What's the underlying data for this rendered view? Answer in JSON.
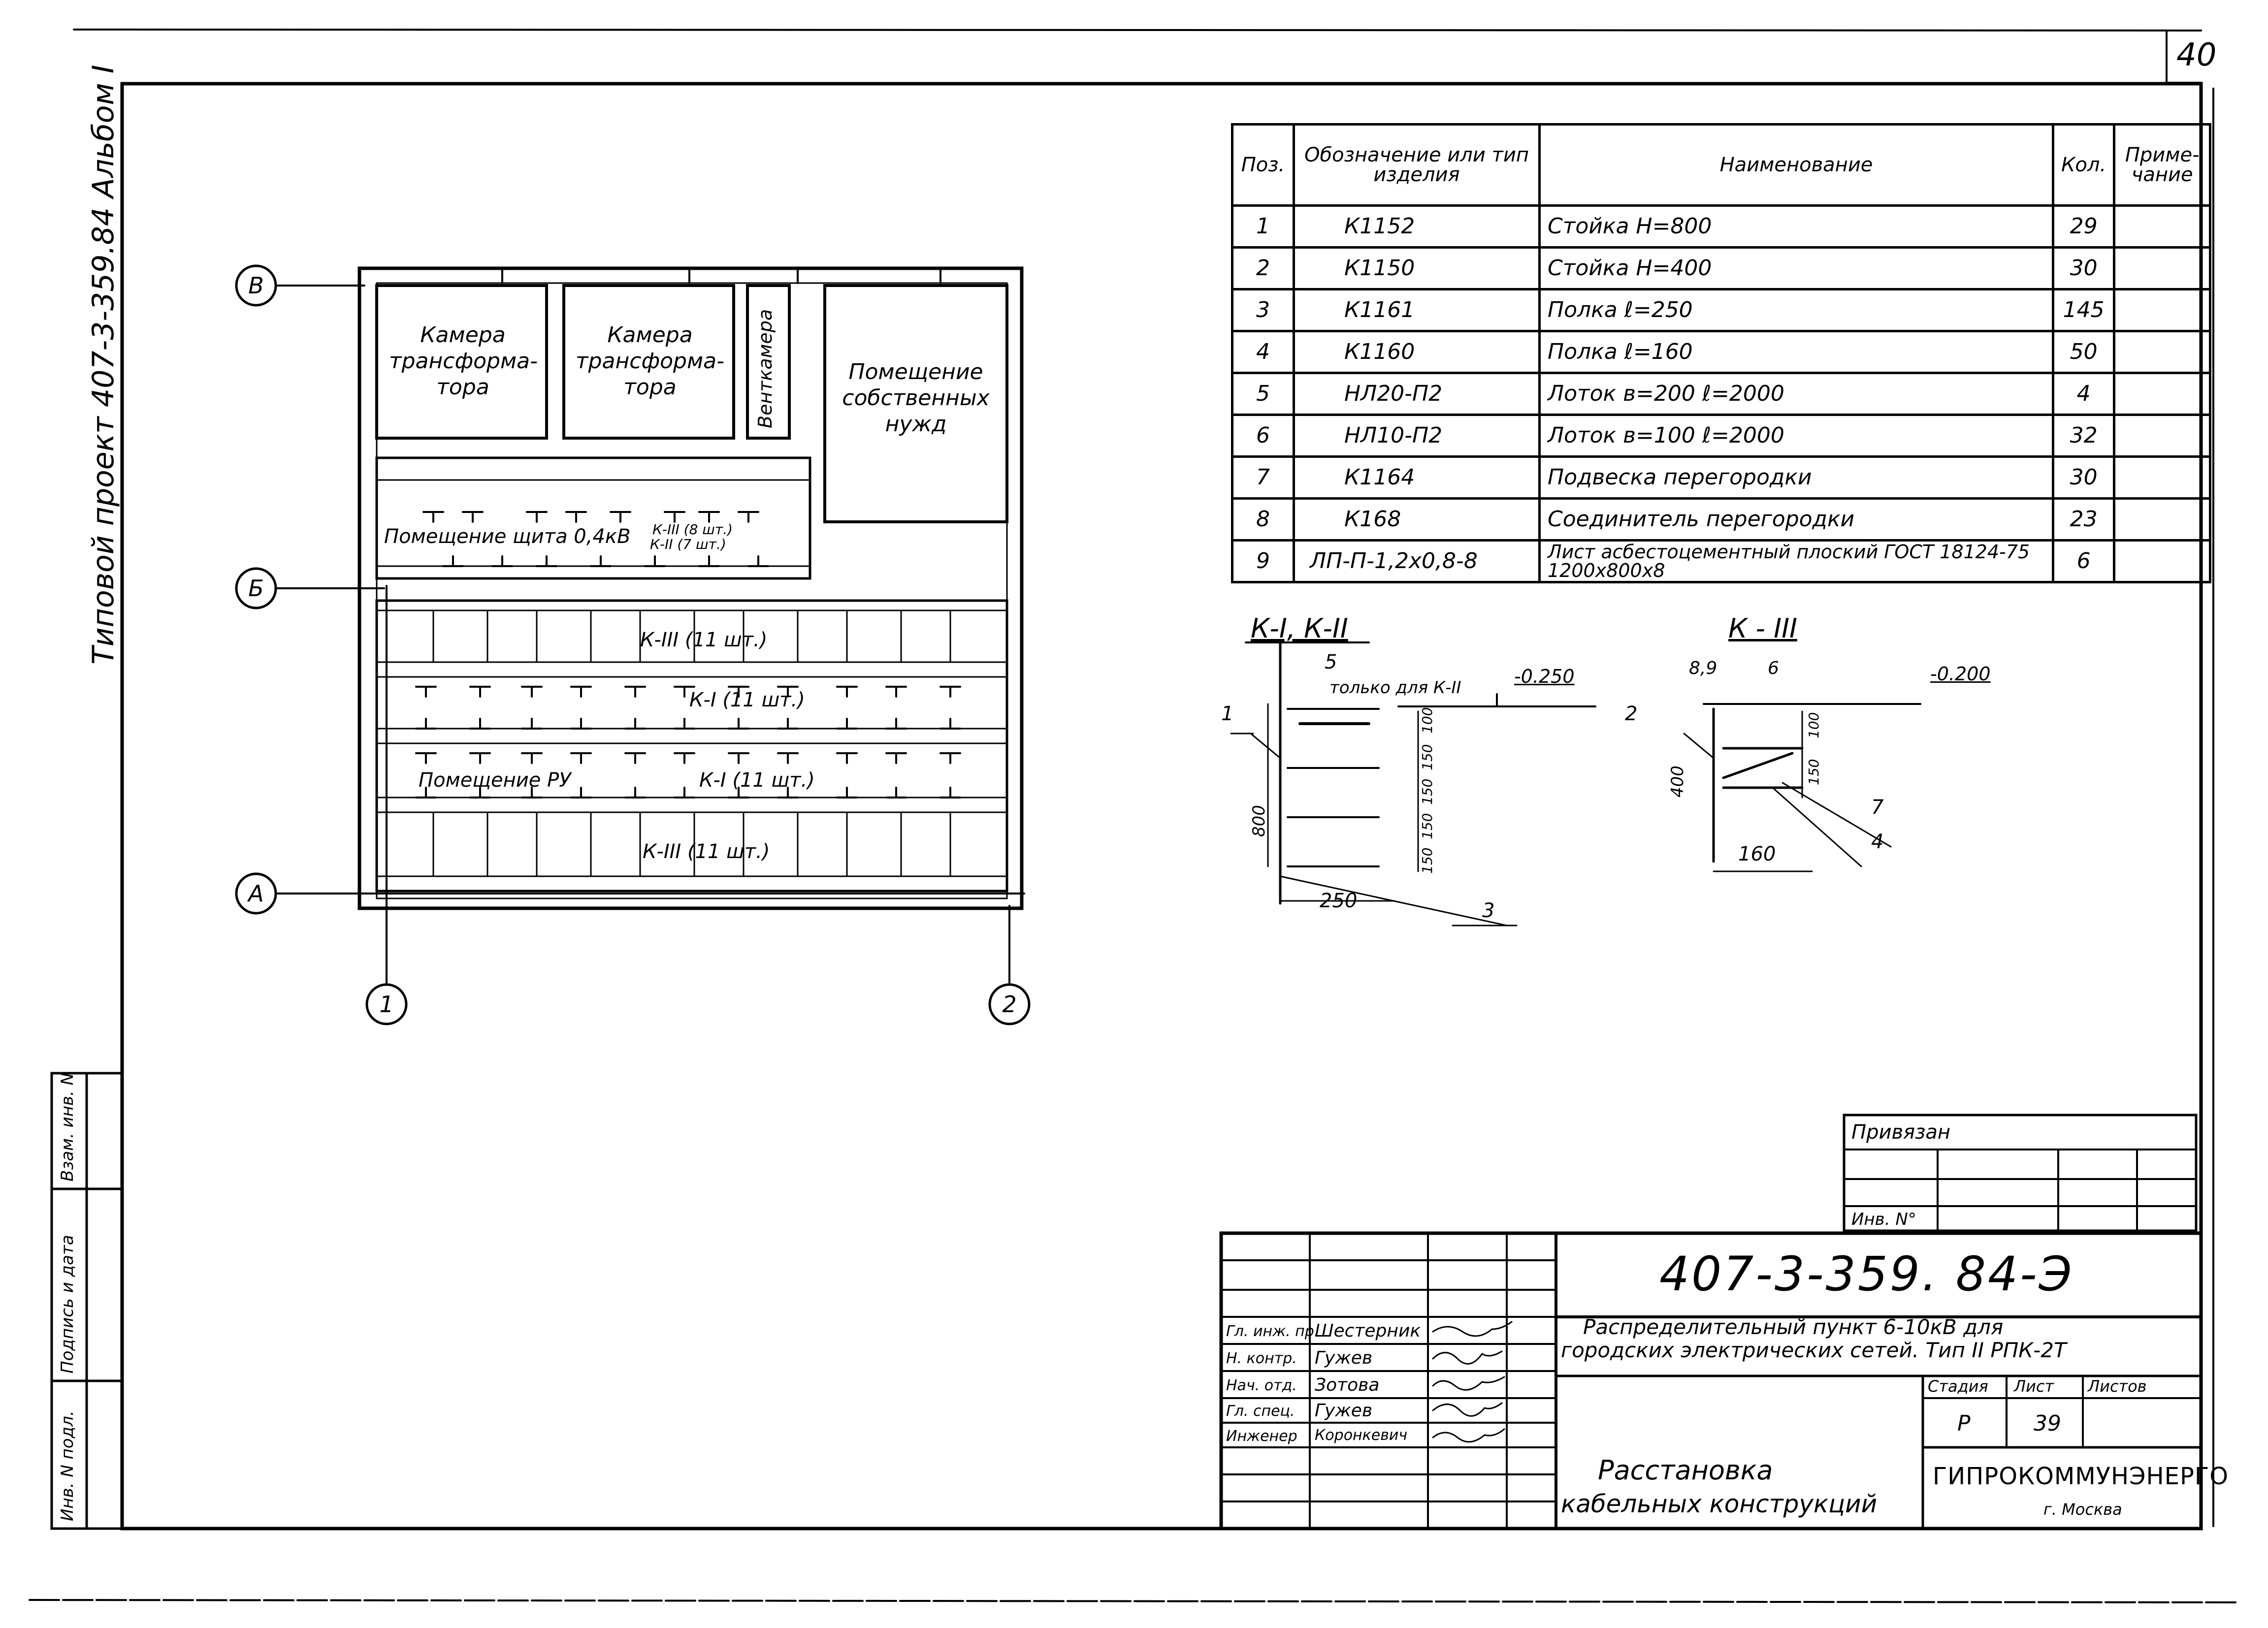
{
  "sheet_number": "40",
  "album_label": "Типовой проект 407-3-359.84 Альбом I",
  "side_stamp": {
    "inv_podl": "Инв. N подл.",
    "sign_date": "Подпись и дата",
    "vzam_inv": "Взам. инв. N"
  },
  "plan": {
    "axis_labels": [
      "В",
      "Б",
      "А",
      "1",
      "2"
    ],
    "rooms": {
      "transformer_1": "Камера трансформа-тора",
      "transformer_2": "Камера трансформа-тора",
      "vent": "Венткамера",
      "aux": "Помещение собственных нужд",
      "panel_room": "Помещение щита 0,4кВ",
      "panel_note_1": "К-III (8 шт.)",
      "panel_note_2": "К-II (7 шт.)",
      "ru_room": "Помещение РУ"
    },
    "rows": {
      "k3_top": "К-III (11 шт.)",
      "k1_mid": "К-I (11 шт.)",
      "k1_low": "К-I (11 шт.)",
      "k3_bottom": "К-III (11 шт.)"
    }
  },
  "spec_table": {
    "headers": [
      "Поз.",
      "Обозначение или тип изделия",
      "Наименование",
      "Кол.",
      "Приме-чание"
    ],
    "rows": [
      {
        "pos": "1",
        "designation": "К1152",
        "name": "Стойка   Н=800",
        "qty": "29",
        "note": ""
      },
      {
        "pos": "2",
        "designation": "К1150",
        "name": "Стойка   Н=400",
        "qty": "30",
        "note": ""
      },
      {
        "pos": "3",
        "designation": "К1161",
        "name": "Полка   ℓ=250",
        "qty": "145",
        "note": ""
      },
      {
        "pos": "4",
        "designation": "К1160",
        "name": "Полка   ℓ=160",
        "qty": "50",
        "note": ""
      },
      {
        "pos": "5",
        "designation": "НЛ20-П2",
        "name": "Лоток  в=200    ℓ=2000",
        "qty": "4",
        "note": ""
      },
      {
        "pos": "6",
        "designation": "НЛ10-П2",
        "name": "Лоток  в=100    ℓ=2000",
        "qty": "32",
        "note": ""
      },
      {
        "pos": "7",
        "designation": "К1164",
        "name": "Подвеска  перегородки",
        "qty": "30",
        "note": ""
      },
      {
        "pos": "8",
        "designation": "К168",
        "name": "Соединитель  перегородки",
        "qty": "23",
        "note": ""
      },
      {
        "pos": "9",
        "designation": "ЛП-П-1,2х0,8-8",
        "name": "Лист асбестоцементный плоский ГОСТ 18124-75  1200х800х8",
        "qty": "6",
        "note": ""
      }
    ]
  },
  "detail_k1": {
    "title": "К-I, К-II",
    "note": "только для К-II",
    "level": "-0.250",
    "callouts": [
      "1",
      "5",
      "3"
    ],
    "dims": {
      "height": "800",
      "width": "250",
      "d1": "100",
      "d2": "150",
      "d3": "150",
      "d4": "150",
      "d5": "150"
    }
  },
  "detail_k3": {
    "title": "К - III",
    "level": "-0.200",
    "callouts": [
      "2",
      "8,9",
      "6",
      "7",
      "4"
    ],
    "dims": {
      "height": "400",
      "width": "160",
      "d1": "100",
      "d2": "150"
    }
  },
  "privyazan": {
    "label": "Привязан",
    "inv": "Инв. N°"
  },
  "title_block": {
    "code": "407-3-359. 84-Э",
    "project_title_1": "Распределительный пункт 6-10кВ для",
    "project_title_2": "городских электрических сетей. Тип II РПК-2Т",
    "stage_label": "Стадия",
    "sheet_label": "Лист",
    "sheets_label": "Листов",
    "stage": "Р",
    "sheet": "39",
    "drawing_title_1": "Расстановка",
    "drawing_title_2": "кабельных конструкций",
    "org": "ГИПРОКОММУНЭНЕРГО",
    "city": "г. Москва",
    "people": [
      {
        "role": "Гл. инж. пр.",
        "name": "Шестерник"
      },
      {
        "role": "Н. контр.",
        "name": "Гужев"
      },
      {
        "role": "Нач. отд.",
        "name": "Зотова"
      },
      {
        "role": "Гл. спец.",
        "name": "Гужев"
      },
      {
        "role": "Инженер",
        "name": "Коронкевич"
      }
    ]
  }
}
